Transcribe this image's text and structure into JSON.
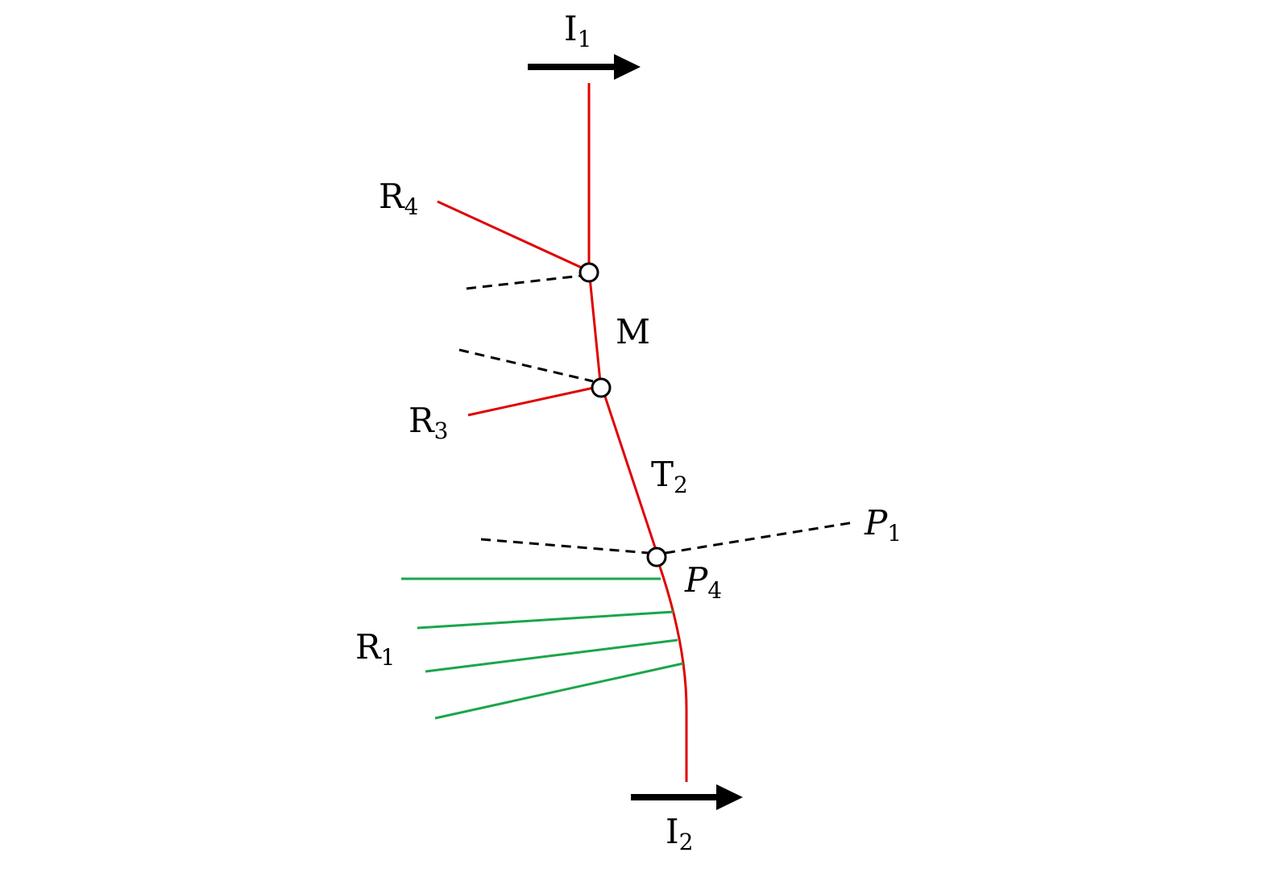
{
  "colors": {
    "front": "#e00000",
    "fan": "#1aa64a",
    "dashed": "#000000",
    "arrow": "#000000",
    "node_fill": "#ffffff",
    "node_stroke": "#000000"
  },
  "labels": {
    "i1": {
      "main": "I",
      "sub": "1"
    },
    "i2": {
      "main": "I",
      "sub": "2"
    },
    "r4": {
      "main": "R",
      "sub": "4"
    },
    "r3": {
      "main": "R",
      "sub": "3"
    },
    "r1": {
      "main": "R",
      "sub": "1"
    },
    "m": {
      "main": "M"
    },
    "t2": {
      "main": "T",
      "sub": "2"
    },
    "p1": {
      "main": "P",
      "sub": "1"
    },
    "p4": {
      "main": "P",
      "sub": "4"
    }
  },
  "arrows": [
    {
      "id": "incident-arrow-top",
      "direction": "right"
    },
    {
      "id": "incident-arrow-bottom",
      "direction": "right"
    }
  ],
  "nodes": [
    {
      "id": "triple-point-upper"
    },
    {
      "id": "triple-point-middle"
    },
    {
      "id": "triple-point-lower"
    }
  ]
}
